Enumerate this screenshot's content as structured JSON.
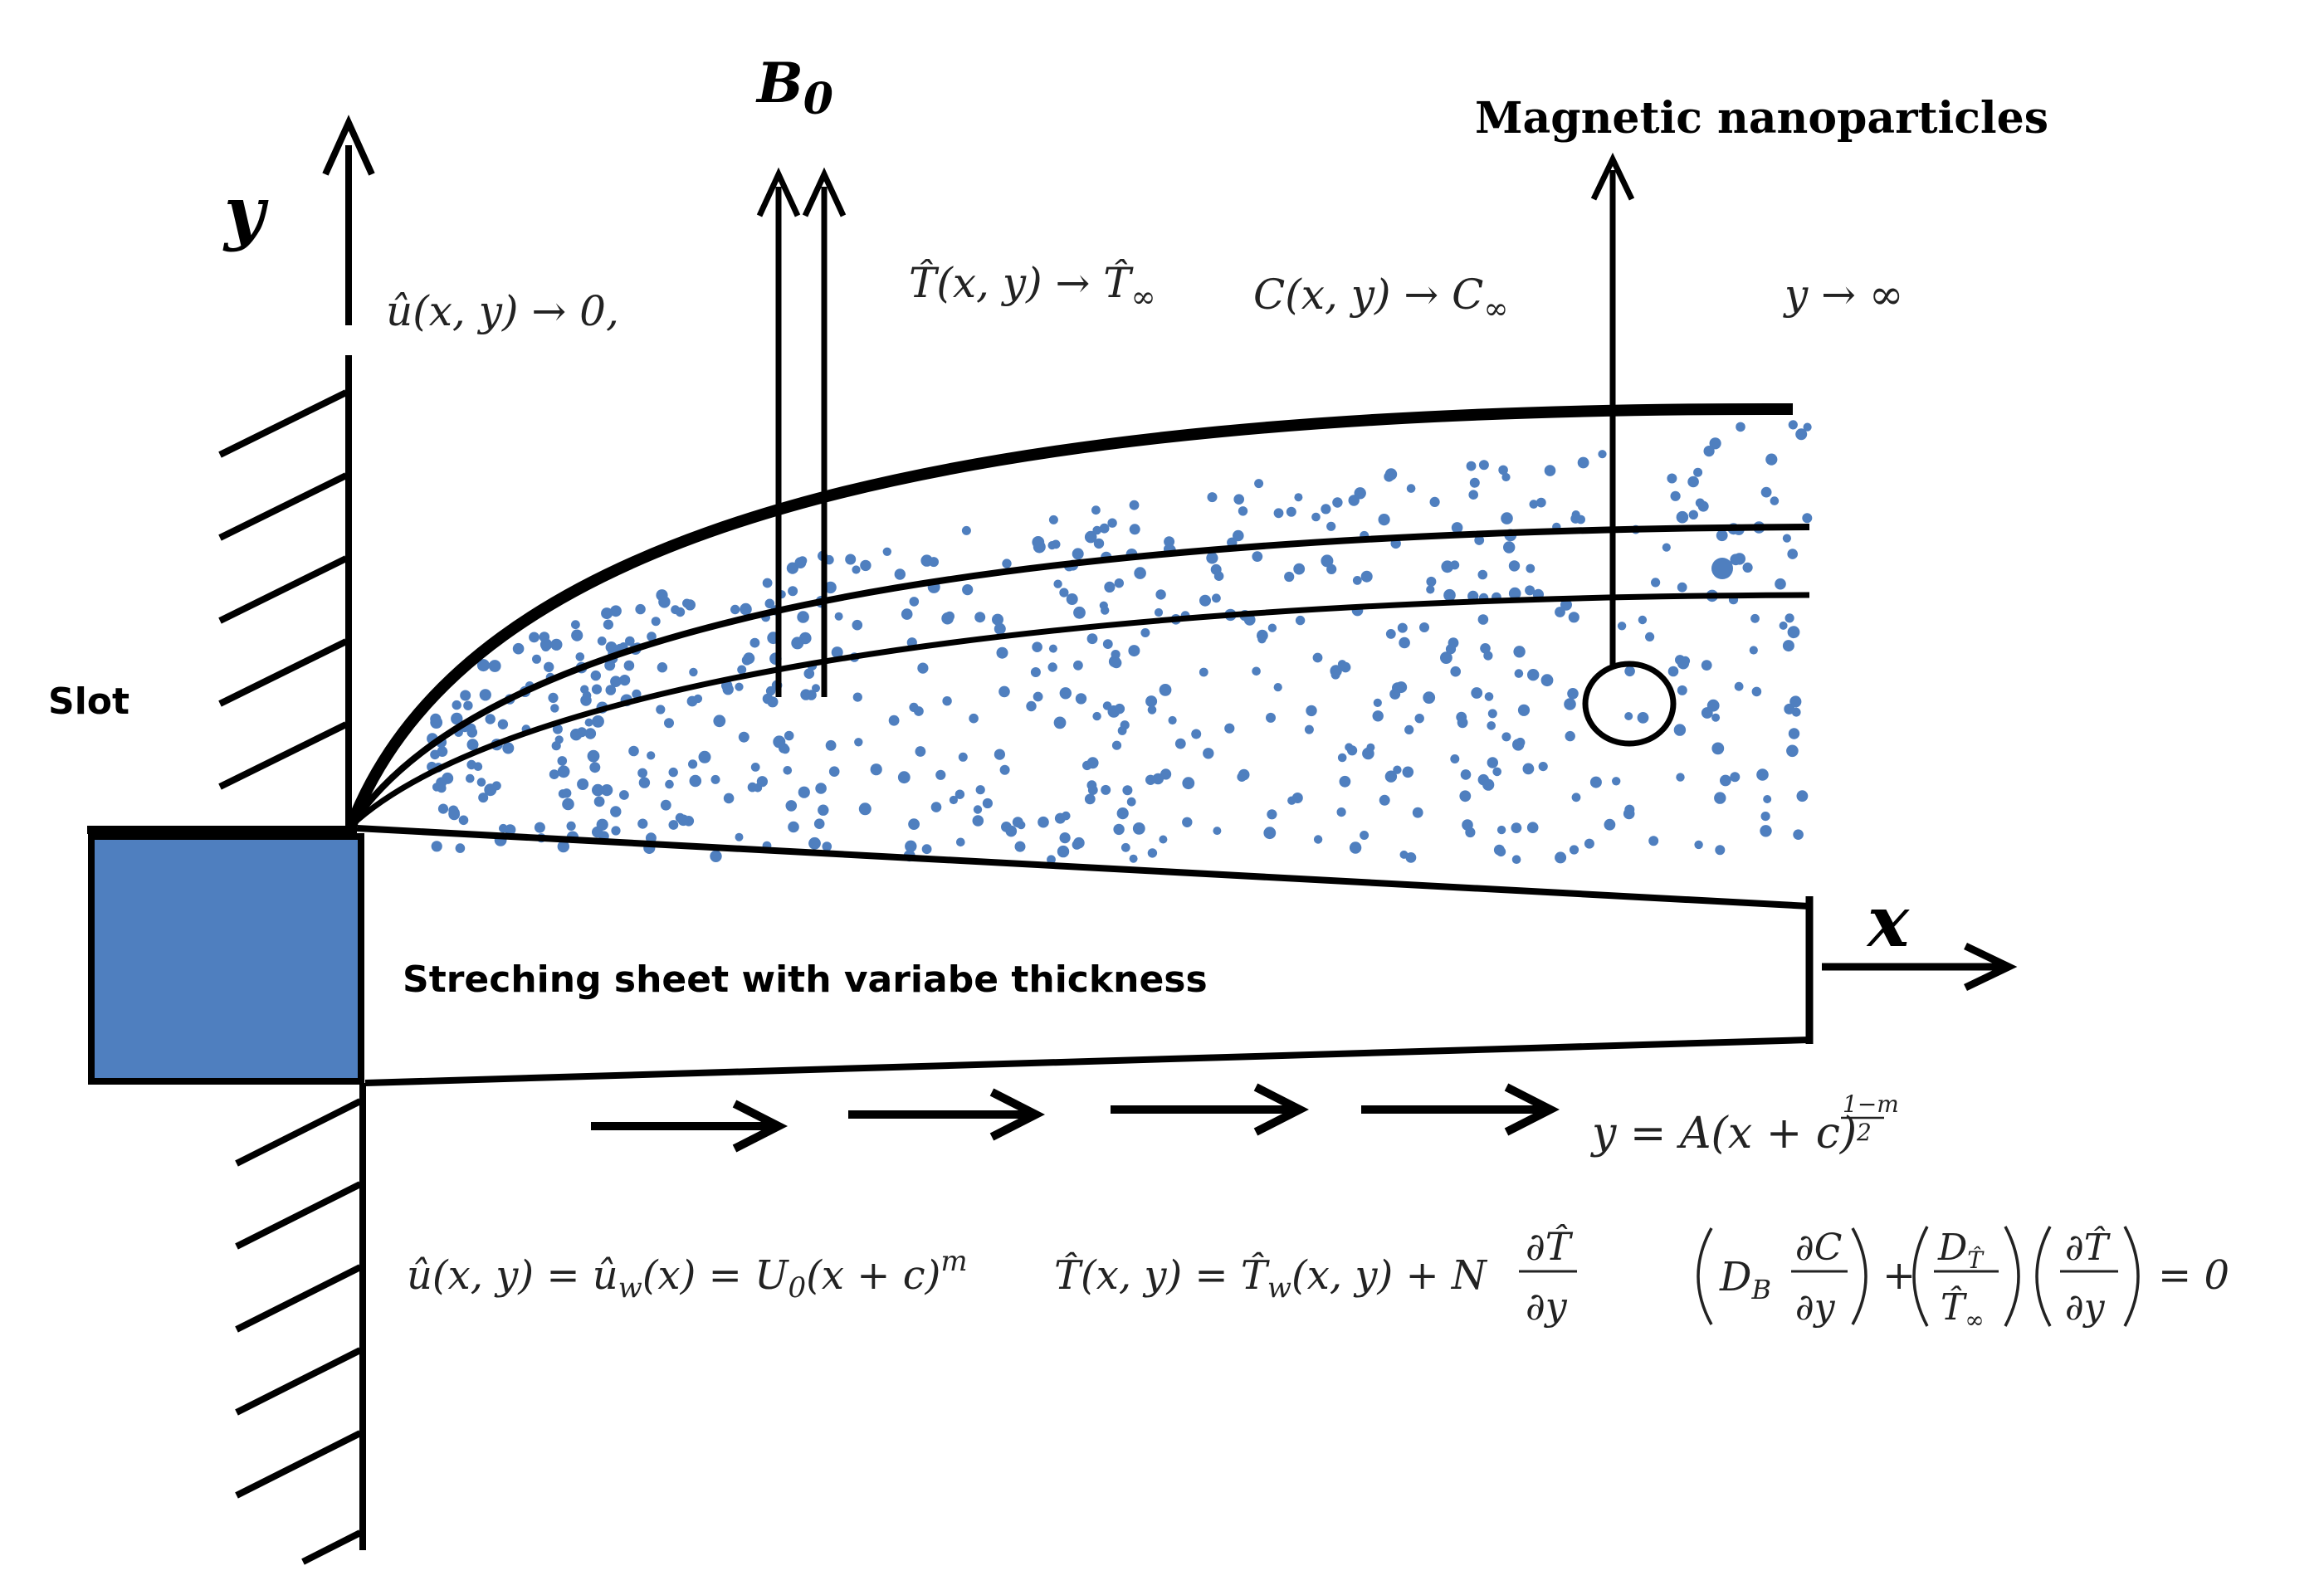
{
  "labels": {
    "y_axis": "y",
    "x_axis": "x",
    "field": "B",
    "field_sub": "0",
    "nanoparticles": "Magnetic nanoparticles",
    "slot": "Slot",
    "sheet": "Streching sheet with variabe thickness"
  },
  "conditions": {
    "u_far": "û(x, y) → 0,",
    "T_far": "T̂(x, y) → T̂",
    "T_far_sub": "∞",
    "C_far": "C(x, y) → C",
    "C_far_sub": "∞",
    "y_far": "y → ∞"
  },
  "surface": {
    "thickness_main": "y = A(x + c)",
    "thickness_exp_num": "1−m",
    "thickness_exp_den": "2"
  },
  "boundary": {
    "u_wall": "û(x, y) = û",
    "u_wall_sub": "w",
    "u_wall_rest": "(x) = U",
    "u_wall_sub2": "0",
    "u_wall_rest2": "(x + c)",
    "u_wall_sup": "m",
    "T_wall": "T̂(x, y) = T̂",
    "T_wall_sub": "w",
    "T_wall_rest": "(x, y) + N",
    "T_frac_num": "∂T̂",
    "T_frac_den": "∂y",
    "flux_DB": "D",
    "flux_DB_sub": "B",
    "flux_frac1_num": "∂C",
    "flux_frac1_den": "∂y",
    "flux_plus": "+",
    "flux_DT": "D",
    "flux_DT_sub": "T̂",
    "flux_Tinf": "T̂",
    "flux_Tinf_sub": "∞",
    "flux_frac2_num": "∂T̂",
    "flux_frac2_den": "∂y",
    "flux_eq": "= 0"
  },
  "colors": {
    "ink": "#000000",
    "particle": "#4f7fbf",
    "slot_fill": "#4f7fbf",
    "particle_outline": "#2f5a92"
  }
}
